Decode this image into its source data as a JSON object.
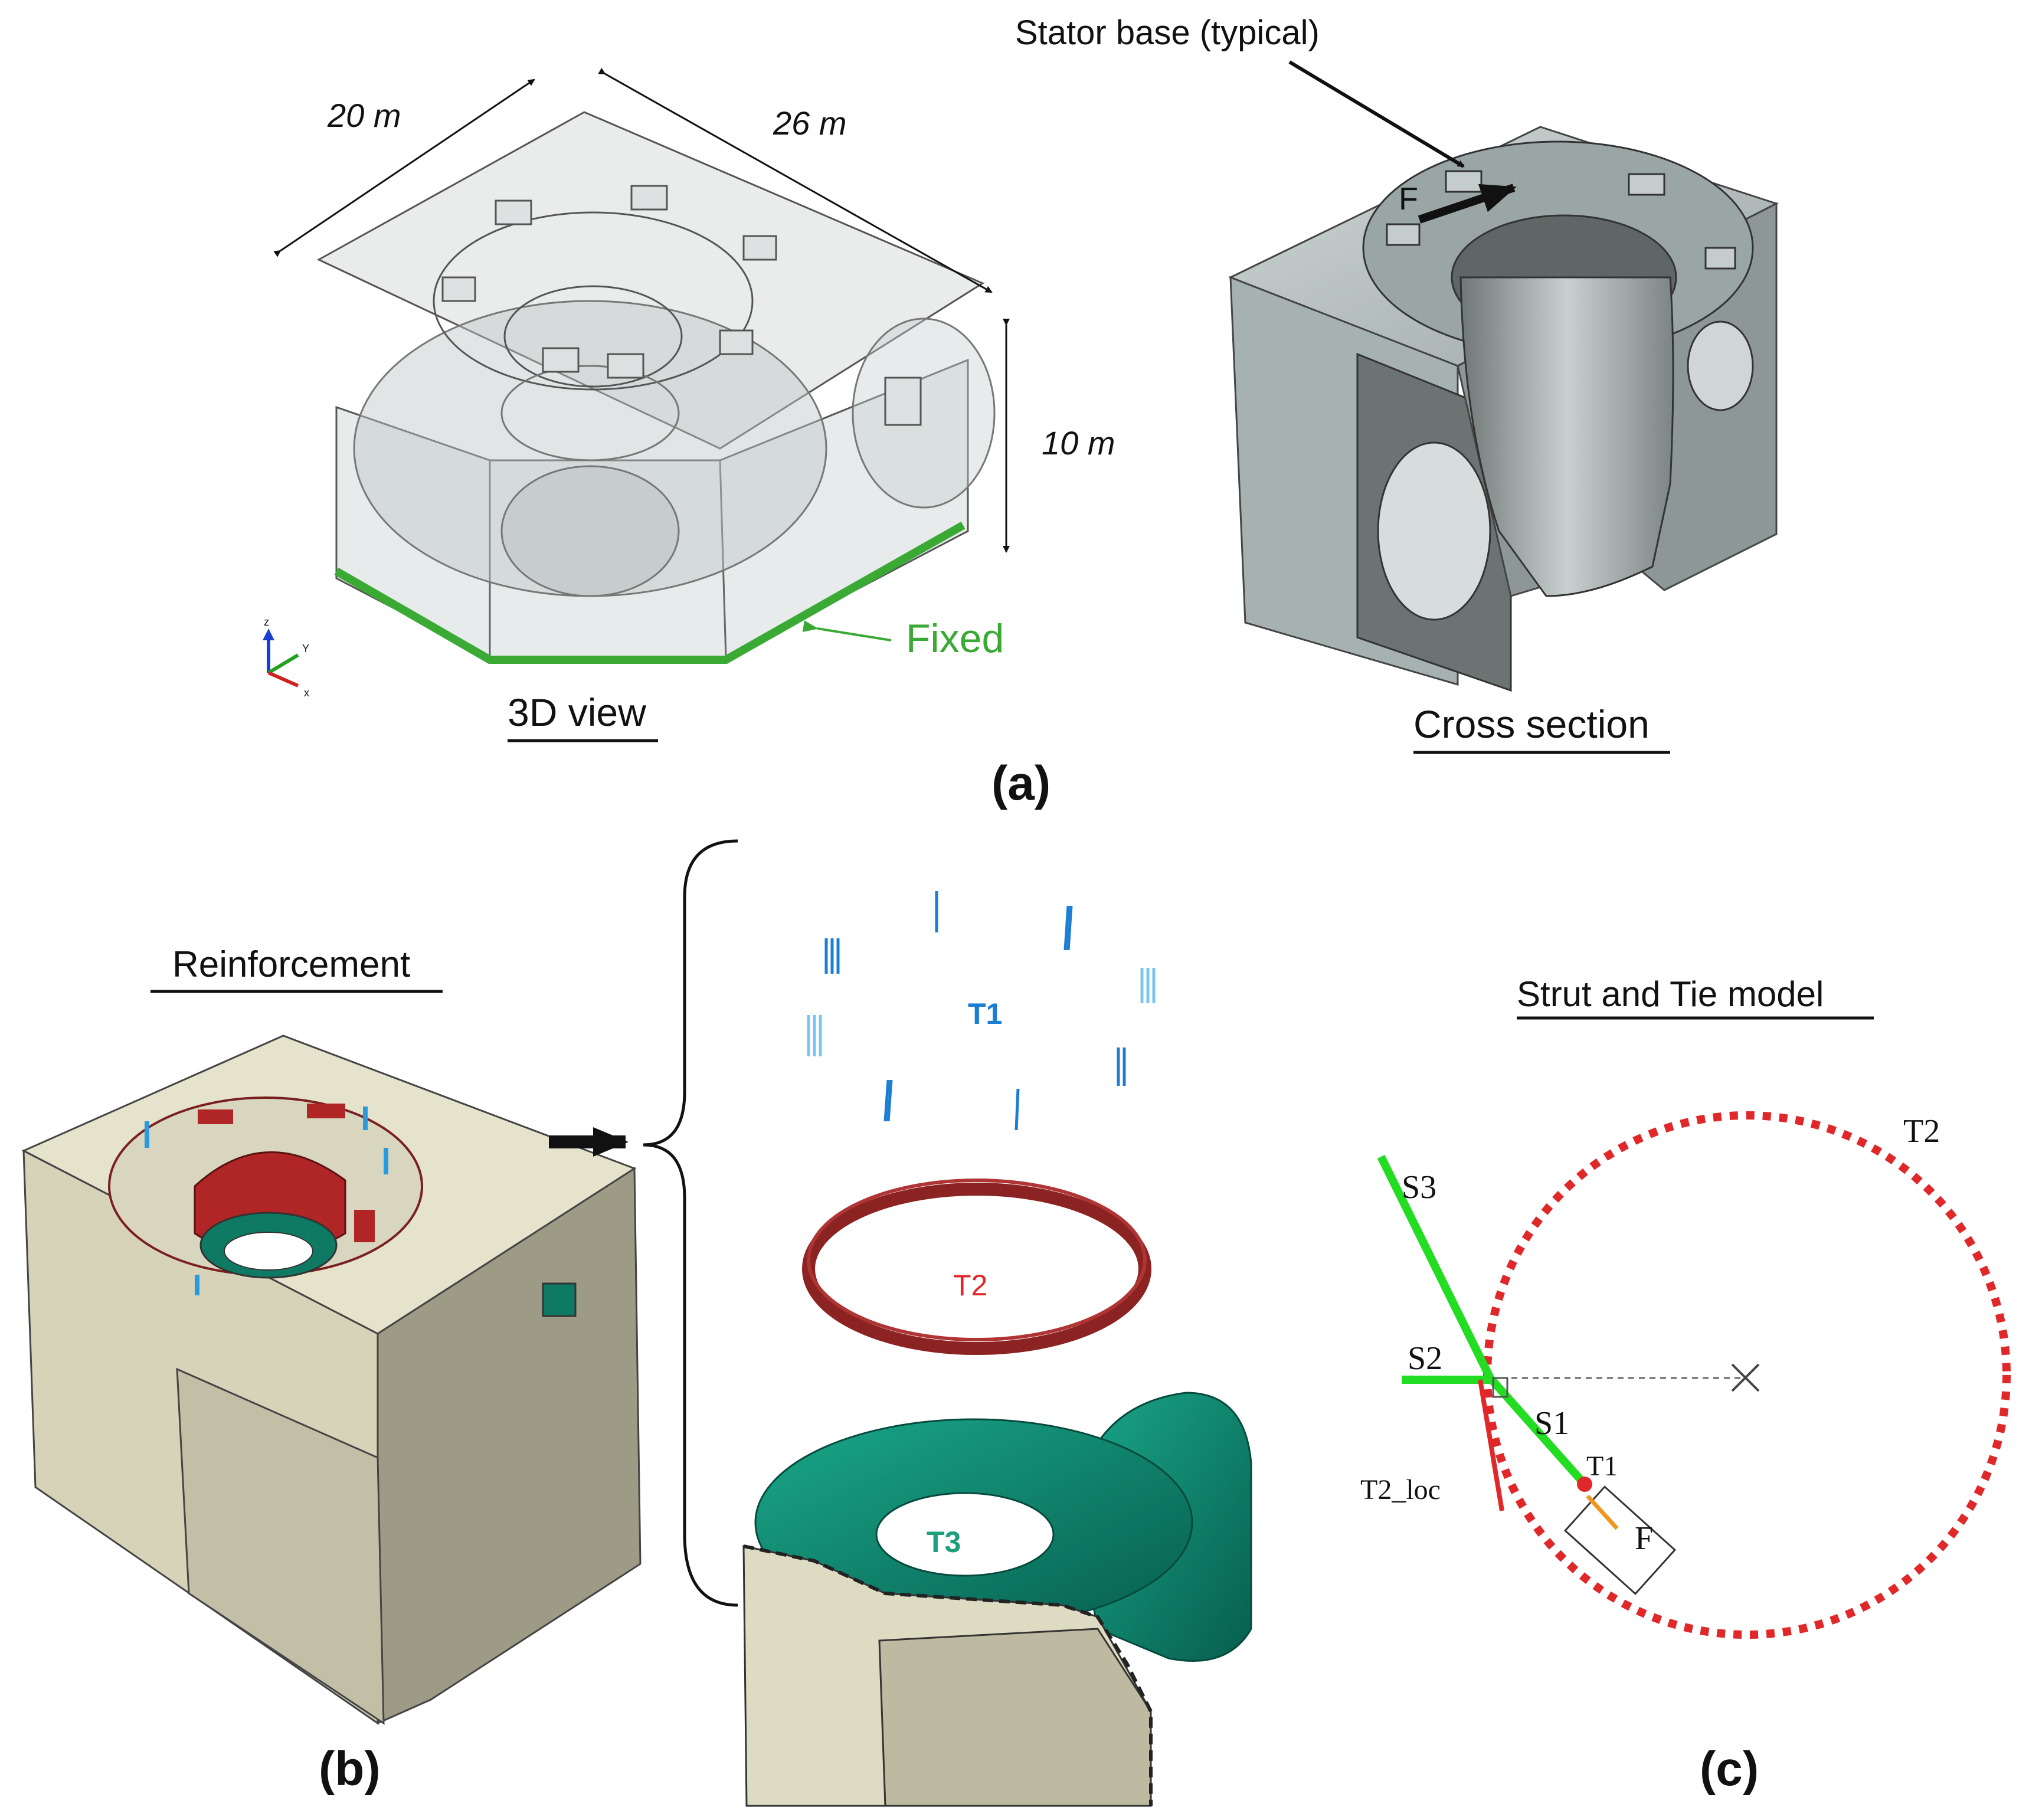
{
  "panel_a": {
    "dim_width": "20 m",
    "dim_length": "26 m",
    "dim_height": "10 m",
    "fixed_label": "Fixed",
    "view_3d_caption": "3D view",
    "cross_section_caption": "Cross section",
    "stator_callout": "Stator base (typical)",
    "force_label": "F",
    "axis_z": "z",
    "axis_y": "Y",
    "axis_x": "x",
    "panel_label": "(a)"
  },
  "panel_b": {
    "reinforcement_caption": "Reinforcement",
    "t1_label": "T1",
    "t2_label": "T2",
    "t3_label": "T3",
    "panel_label": "(b)"
  },
  "panel_c": {
    "title": "Strut and Tie model",
    "t2_label": "T2",
    "s3_label": "S3",
    "s2_label": "S2",
    "s1_label": "S1",
    "t1_label": "T1",
    "t2_loc_label": "T2_loc",
    "f_label": "F",
    "panel_label": "(c)"
  },
  "colors": {
    "fixed_green": "#3aaa35",
    "t1_blue": "#1a7fd4",
    "t2_red": "#e0282a",
    "t3_green": "#0a8a72",
    "strut_green": "#22dd22",
    "ring_dark_red": "#8c2323"
  }
}
